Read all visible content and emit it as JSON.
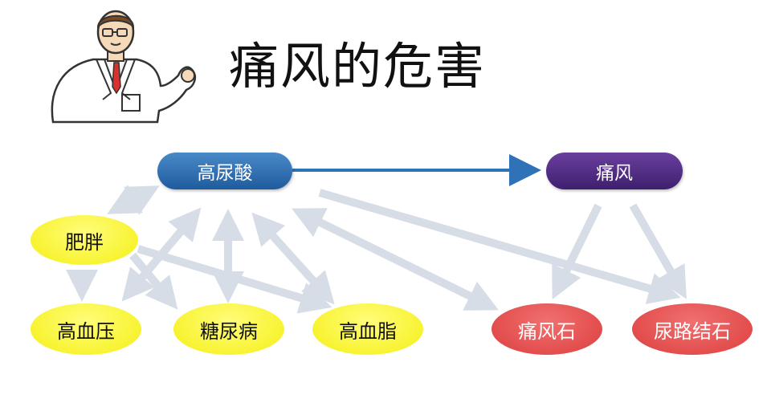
{
  "title": "痛风的危害",
  "nodes": {
    "uric_acid": "高尿酸",
    "gout": "痛风",
    "obesity": "肥胖",
    "hypertension": "高血压",
    "diabetes": "糖尿病",
    "hyperlipidemia": "高血脂",
    "tophi": "痛风石",
    "urinary_stones": "尿路结石"
  },
  "colors": {
    "uric_acid_node": "#2f72b8",
    "gout_node": "#4e2a86",
    "metabolic_nodes": "#f7f21c",
    "complication_nodes": "#e04a4a",
    "main_arrow": "#2f72b8",
    "association_arrows": "#d6dde6"
  },
  "icons": {
    "illustration": "doctor-icon"
  }
}
